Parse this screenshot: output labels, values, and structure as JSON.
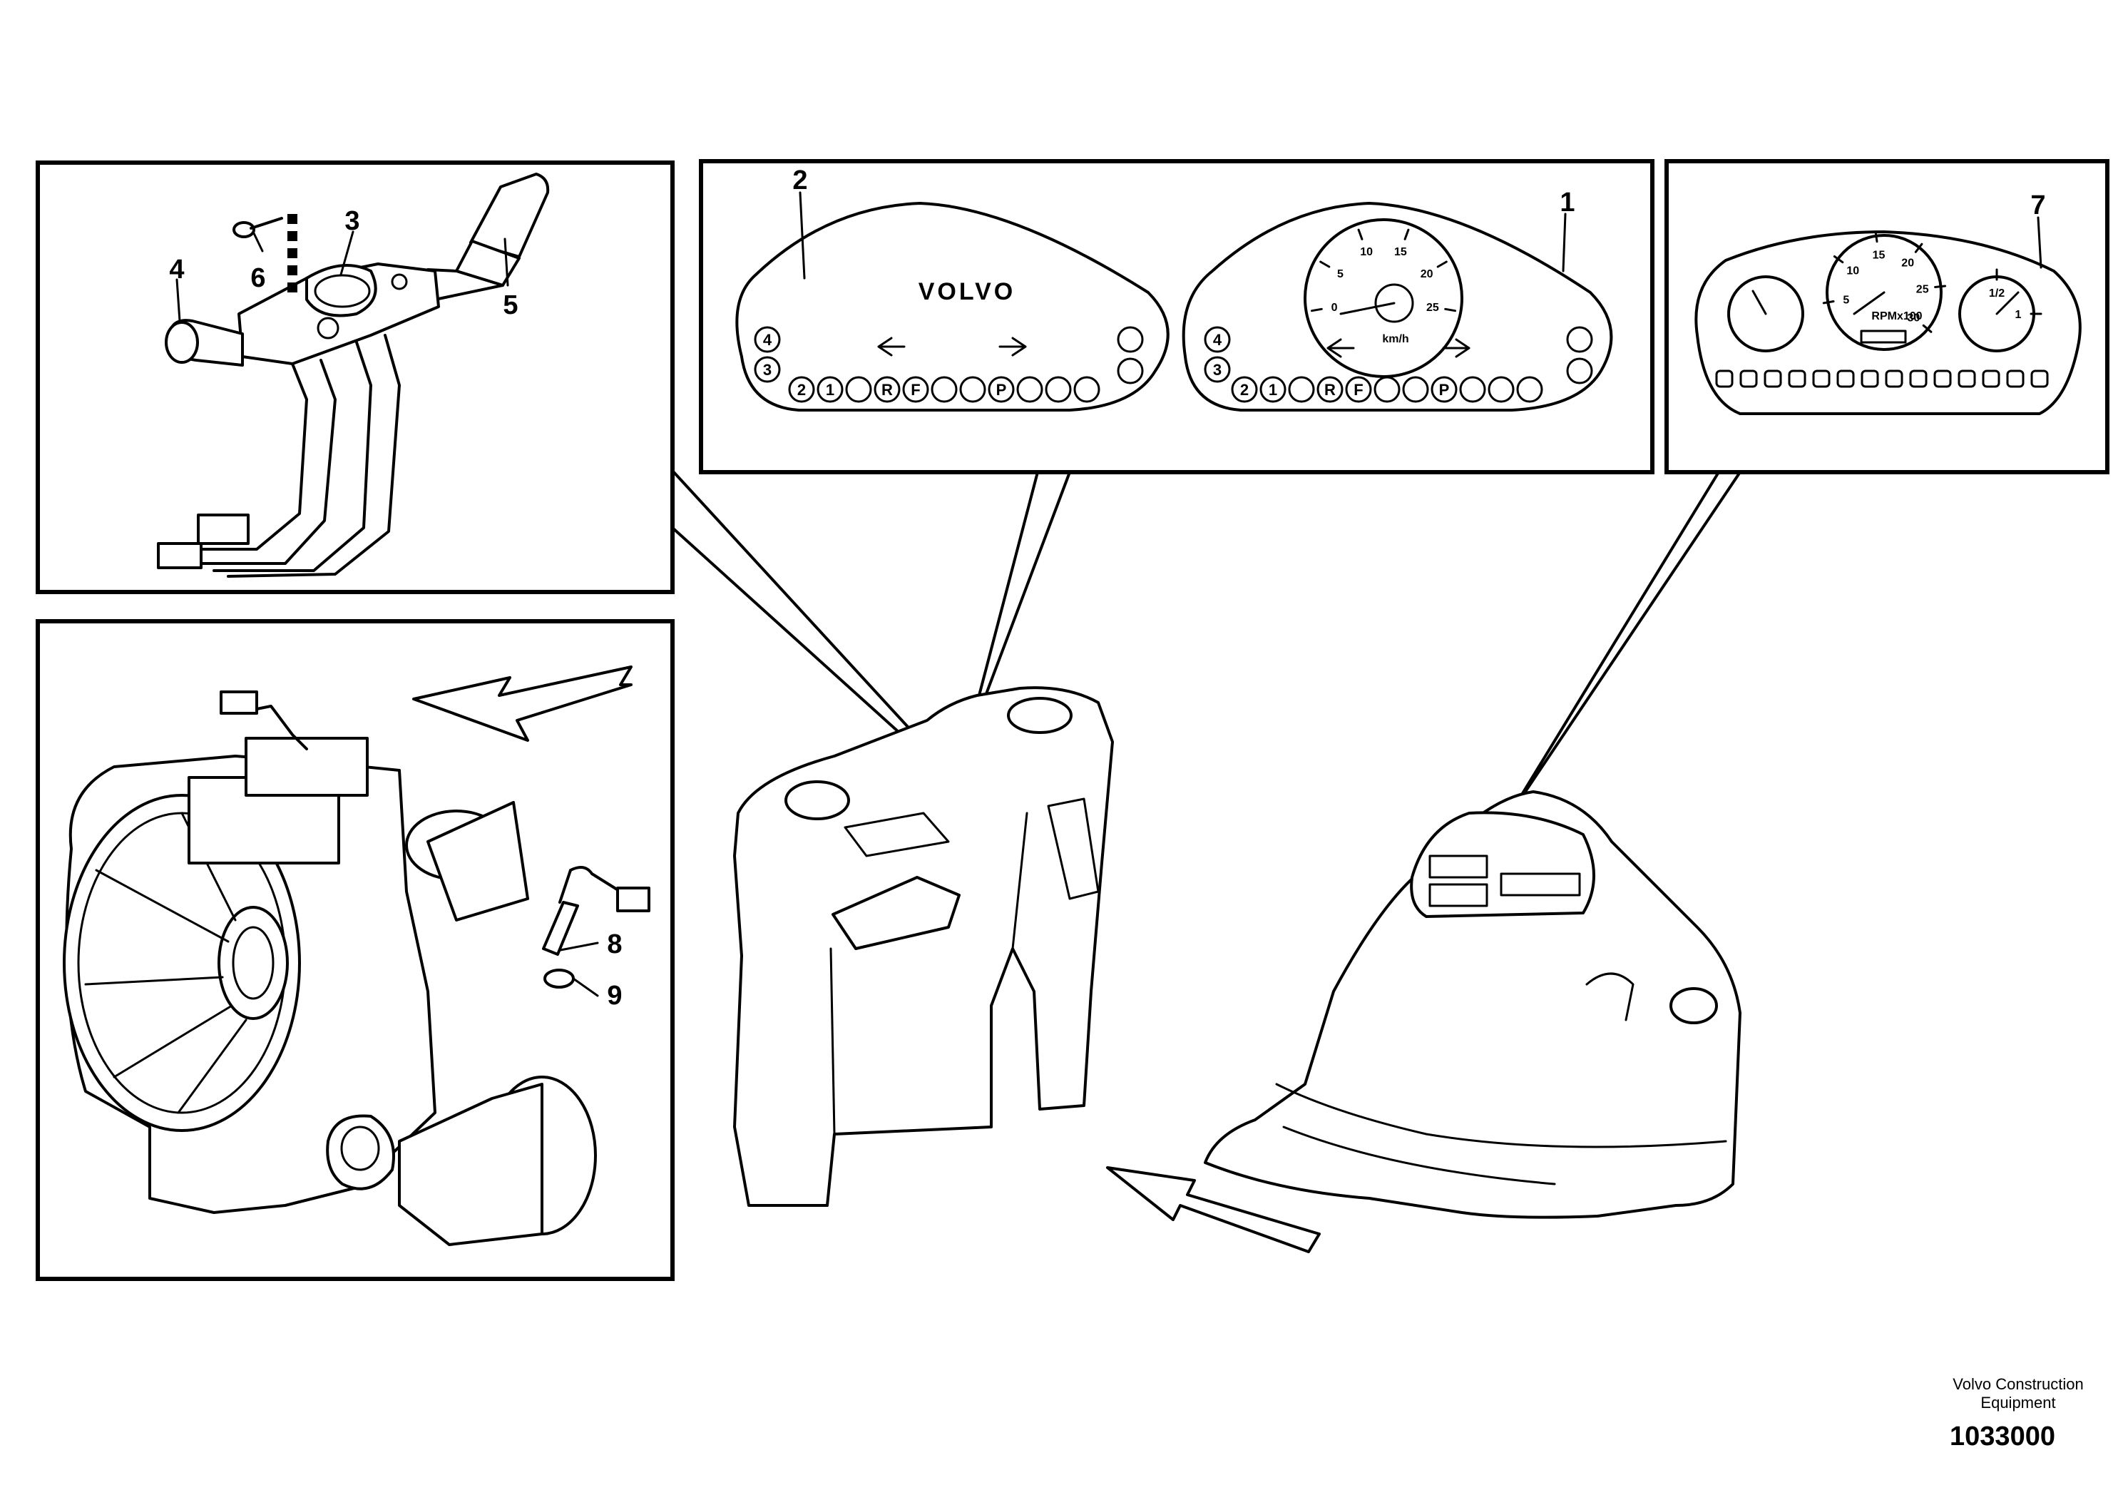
{
  "callouts": {
    "c1": "1",
    "c2": "2",
    "c3": "3",
    "c4": "4",
    "c5": "5",
    "c6": "6",
    "c7": "7",
    "c8": "8",
    "c9": "9"
  },
  "panel2": {
    "brand": "VOLVO",
    "side_lamps": [
      "4",
      "3"
    ],
    "lamps": [
      "2",
      "1",
      "",
      "R",
      "F",
      "",
      "",
      "P",
      "",
      "",
      ""
    ]
  },
  "panel1": {
    "side_lamps": [
      "4",
      "3"
    ],
    "lamps": [
      "2",
      "1",
      "",
      "R",
      "F",
      "",
      "",
      "P",
      "",
      "",
      ""
    ],
    "speedo_ticks": [
      "0",
      "5",
      "10",
      "15",
      "20",
      "25"
    ],
    "speedo_unit": "km/h"
  },
  "panel7": {
    "tach_ticks": [
      "5",
      "10",
      "15",
      "20",
      "25",
      "30"
    ],
    "tach_unit": "RPMx100",
    "fuel_ticks": [
      "1/2",
      "1"
    ]
  },
  "footer": {
    "company_line1": "Volvo Construction",
    "company_line2": "Equipment",
    "doc_number": "1033000"
  }
}
